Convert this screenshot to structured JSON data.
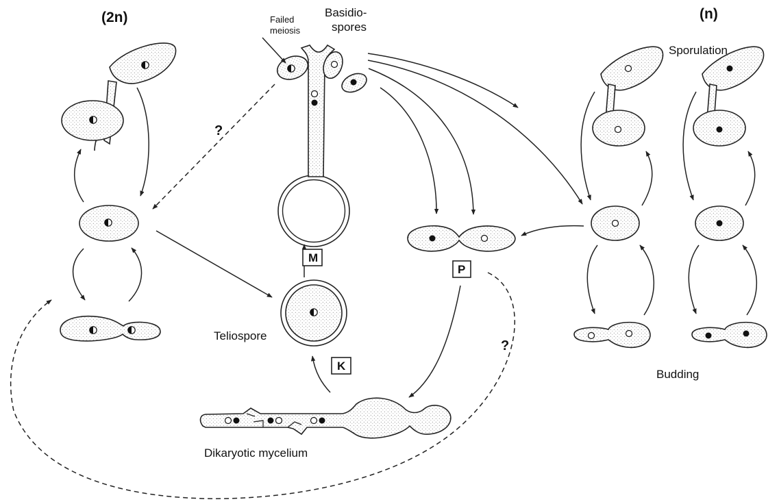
{
  "labels": {
    "diploid": "(2n)",
    "haploid": "(n)",
    "failed_meiosis": [
      "Failed",
      "meiosis"
    ],
    "basidiospores": [
      "Basidio-",
      "spores"
    ],
    "sporulation": "Sporulation",
    "budding": "Budding",
    "teliospore": "Teliospore",
    "dikaryotic_mycelium": "Dikaryotic mycelium",
    "question_mark": "?"
  },
  "boxes": {
    "meiosis": "M",
    "plasmogamy": "P",
    "karyogamy": "K"
  },
  "nucleus_types": [
    "diploid-half-filled",
    "haploid-open",
    "haploid-filled"
  ]
}
